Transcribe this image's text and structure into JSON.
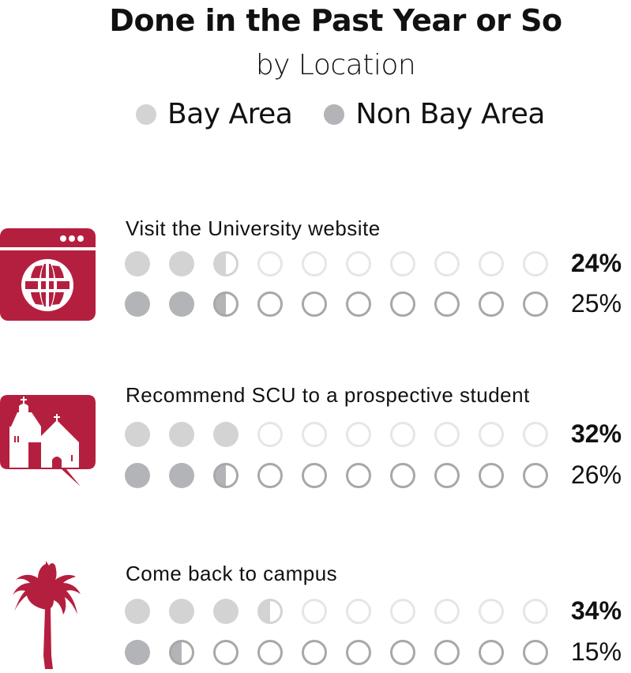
{
  "header": {
    "title": "Done in the Past Year or So",
    "subtitle": "by Location"
  },
  "legend": [
    {
      "label": "Bay Area",
      "color": "#d3d3d4"
    },
    {
      "label": "Non Bay Area",
      "color": "#b3b4b7"
    }
  ],
  "colors": {
    "accent": "#b51f3f",
    "bay_fill": "#d3d3d4",
    "bay_empty_stroke": "#e6e6e6",
    "nonbay_fill": "#b3b4b7",
    "nonbay_empty_stroke": "#a8a8a8"
  },
  "sections": [
    {
      "label": "Visit the University website",
      "icon": "browser-globe-icon",
      "bay_area": {
        "value": 24,
        "display": "24%"
      },
      "non_bay_area": {
        "value": 25,
        "display": "25%"
      }
    },
    {
      "label": "Recommend SCU to a prospective student",
      "icon": "mission-church-speech-bubble-icon",
      "bay_area": {
        "value": 32,
        "display": "32%"
      },
      "non_bay_area": {
        "value": 26,
        "display": "26%"
      }
    },
    {
      "label": "Come back to campus",
      "icon": "palm-tree-icon",
      "bay_area": {
        "value": 34,
        "display": "34%"
      },
      "non_bay_area": {
        "value": 15,
        "display": "15%"
      }
    }
  ],
  "chart_data": {
    "type": "bar",
    "title": "Done in the Past Year or So",
    "subtitle": "by Location",
    "categories": [
      "Visit the University website",
      "Recommend SCU to a prospective student",
      "Come back to campus"
    ],
    "series": [
      {
        "name": "Bay Area",
        "values": [
          24,
          32,
          34
        ]
      },
      {
        "name": "Non Bay Area",
        "values": [
          25,
          26,
          15
        ]
      }
    ],
    "unit": "%",
    "ylim": [
      0,
      100
    ],
    "legend_position": "top",
    "encoding": "pictogram: 10 circles per row, each circle = 10%, half-filled circle = ~5%"
  }
}
